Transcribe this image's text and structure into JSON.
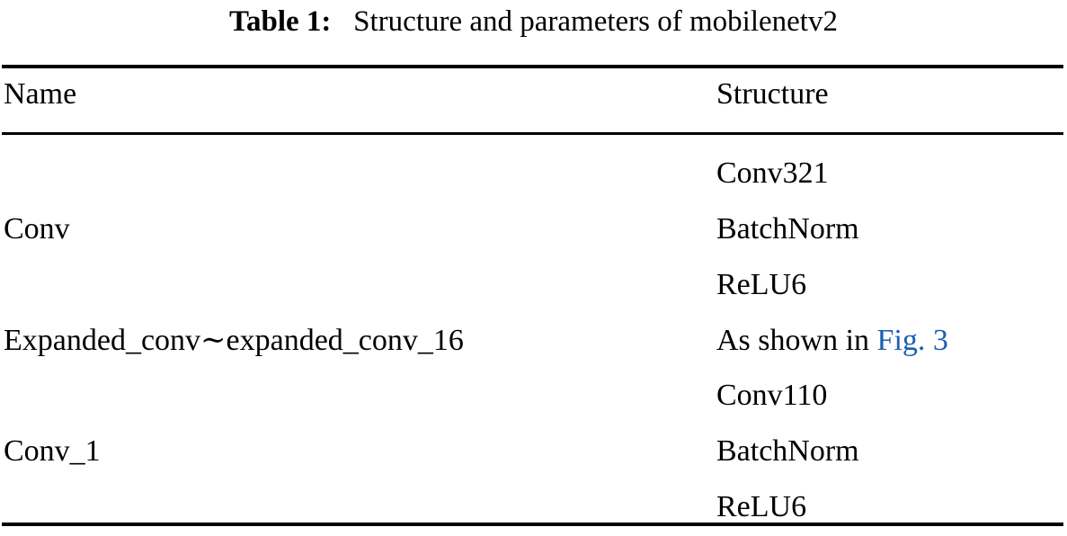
{
  "caption": {
    "label": "Table 1:",
    "text": "Structure and parameters of mobilenetv2"
  },
  "table": {
    "columns": [
      "Name",
      "Structure"
    ],
    "rows": [
      {
        "name": "Conv",
        "structure_lines": [
          "Conv321",
          "BatchNorm",
          "ReLU6"
        ]
      },
      {
        "name": "Expanded_conv∼expanded_conv_16",
        "structure_prefix": "As shown in ",
        "structure_link": "Fig. 3"
      },
      {
        "name": "Conv_1",
        "structure_lines": [
          "Conv110",
          "BatchNorm",
          "ReLU6"
        ]
      }
    ]
  },
  "colors": {
    "link": "#1a5fb4",
    "rule": "#000000",
    "text": "#000000",
    "background": "#ffffff"
  }
}
